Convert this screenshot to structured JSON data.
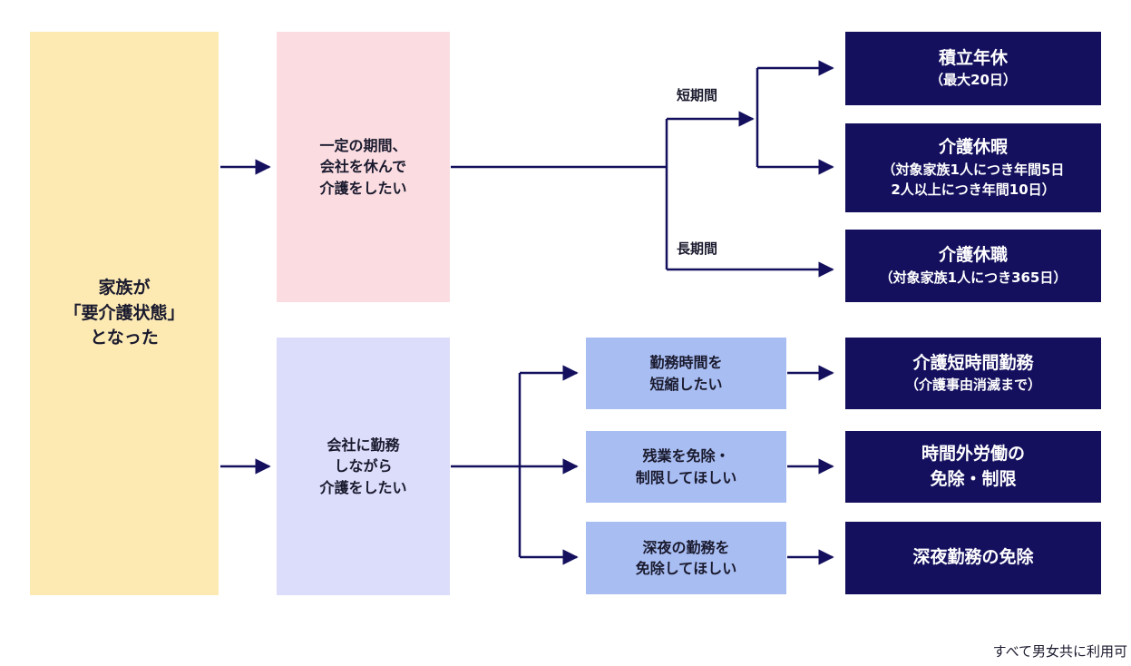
{
  "root": {
    "lines": [
      "家族が",
      "「要介護状態」",
      "となった"
    ]
  },
  "branches": {
    "leave": {
      "lines": [
        "一定の期間、",
        "会社を休んで",
        "介護をしたい"
      ]
    },
    "work": {
      "lines": [
        "会社に勤務",
        "しながら",
        "介護をしたい"
      ]
    }
  },
  "labels": {
    "short_term": "短期間",
    "long_term": "長期間"
  },
  "needs": [
    {
      "lines": [
        "勤務時間を",
        "短縮したい"
      ]
    },
    {
      "lines": [
        "残業を免除・",
        "制限してほしい"
      ]
    },
    {
      "lines": [
        "深夜の勤務を",
        "免除してほしい"
      ]
    }
  ],
  "outcomes": [
    {
      "title": "積立年休",
      "sub": [
        "（最大20日）"
      ]
    },
    {
      "title": "介護休暇",
      "sub": [
        "（対象家族1人につき年間5日",
        "2人以上につき年間10日）"
      ]
    },
    {
      "title": "介護休職",
      "sub": [
        "（対象家族1人につき365日）"
      ]
    },
    {
      "title": "介護短時間勤務",
      "sub": [
        "（介護事由消滅まで）"
      ]
    },
    {
      "title": "時間外労働の",
      "sub": [
        "免除・制限"
      ]
    },
    {
      "title": "深夜勤務の免除",
      "sub": []
    }
  ],
  "footnote": "すべて男女共に利用可",
  "colors": {
    "root_bg": "#fdeab3",
    "leave_bg": "#fbdde1",
    "work_bg": "#dcdcfb",
    "need_bg": "#a8bdf2",
    "outcome_bg": "#14105e",
    "connector": "#14105e"
  }
}
